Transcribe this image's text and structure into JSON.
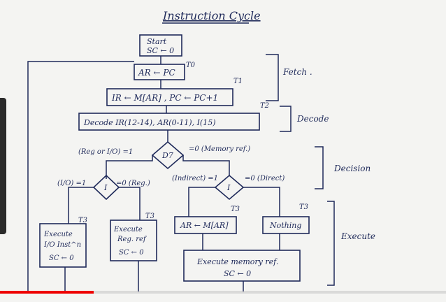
{
  "title": "Instruction Cycle",
  "nodes": {
    "start_line1": "Start",
    "start_line2": "SC ← 0",
    "ar_pc": "AR ← PC",
    "ir_mar": "IR ← M[AR] , PC ← PC+1",
    "decode": "Decode IR(12-14), AR(0-11), I(15)",
    "d7": "D7",
    "i_left": "I",
    "i_right": "I",
    "exec_io_line1": "Execute",
    "exec_io_line2": "I/O Inst^n",
    "exec_io_line3": "SC ← 0",
    "exec_reg_line1": "Execute",
    "exec_reg_line2": "Reg. ref",
    "exec_reg_line3": "SC ← 0",
    "ar_mar": "AR ← M[AR]",
    "nothing": "Nothing",
    "exec_mem_line1": "Execute memory ref.",
    "exec_mem_line2": "SC ← 0"
  },
  "timing": {
    "t0": "T0",
    "t1": "T1",
    "t2": "T2",
    "t3_io": "T3",
    "t3_reg": "T3",
    "t3_ind": "T3",
    "t3_dir": "T3"
  },
  "branches": {
    "reg_io": "(Reg or I/O) =1",
    "memory_ref": "=0 (Memory ref.)",
    "io_1": "(I/O) =1",
    "reg_0": "=0 (Reg.)",
    "indirect_1": "(Indirect) =1",
    "direct_0": "=0 (Direct)"
  },
  "phases": {
    "fetch": "Fetch .",
    "decode": "Decode",
    "decision": "Decision",
    "execute": "Execute"
  },
  "video": {
    "progress": 0.21,
    "accent": "#ee0000"
  }
}
